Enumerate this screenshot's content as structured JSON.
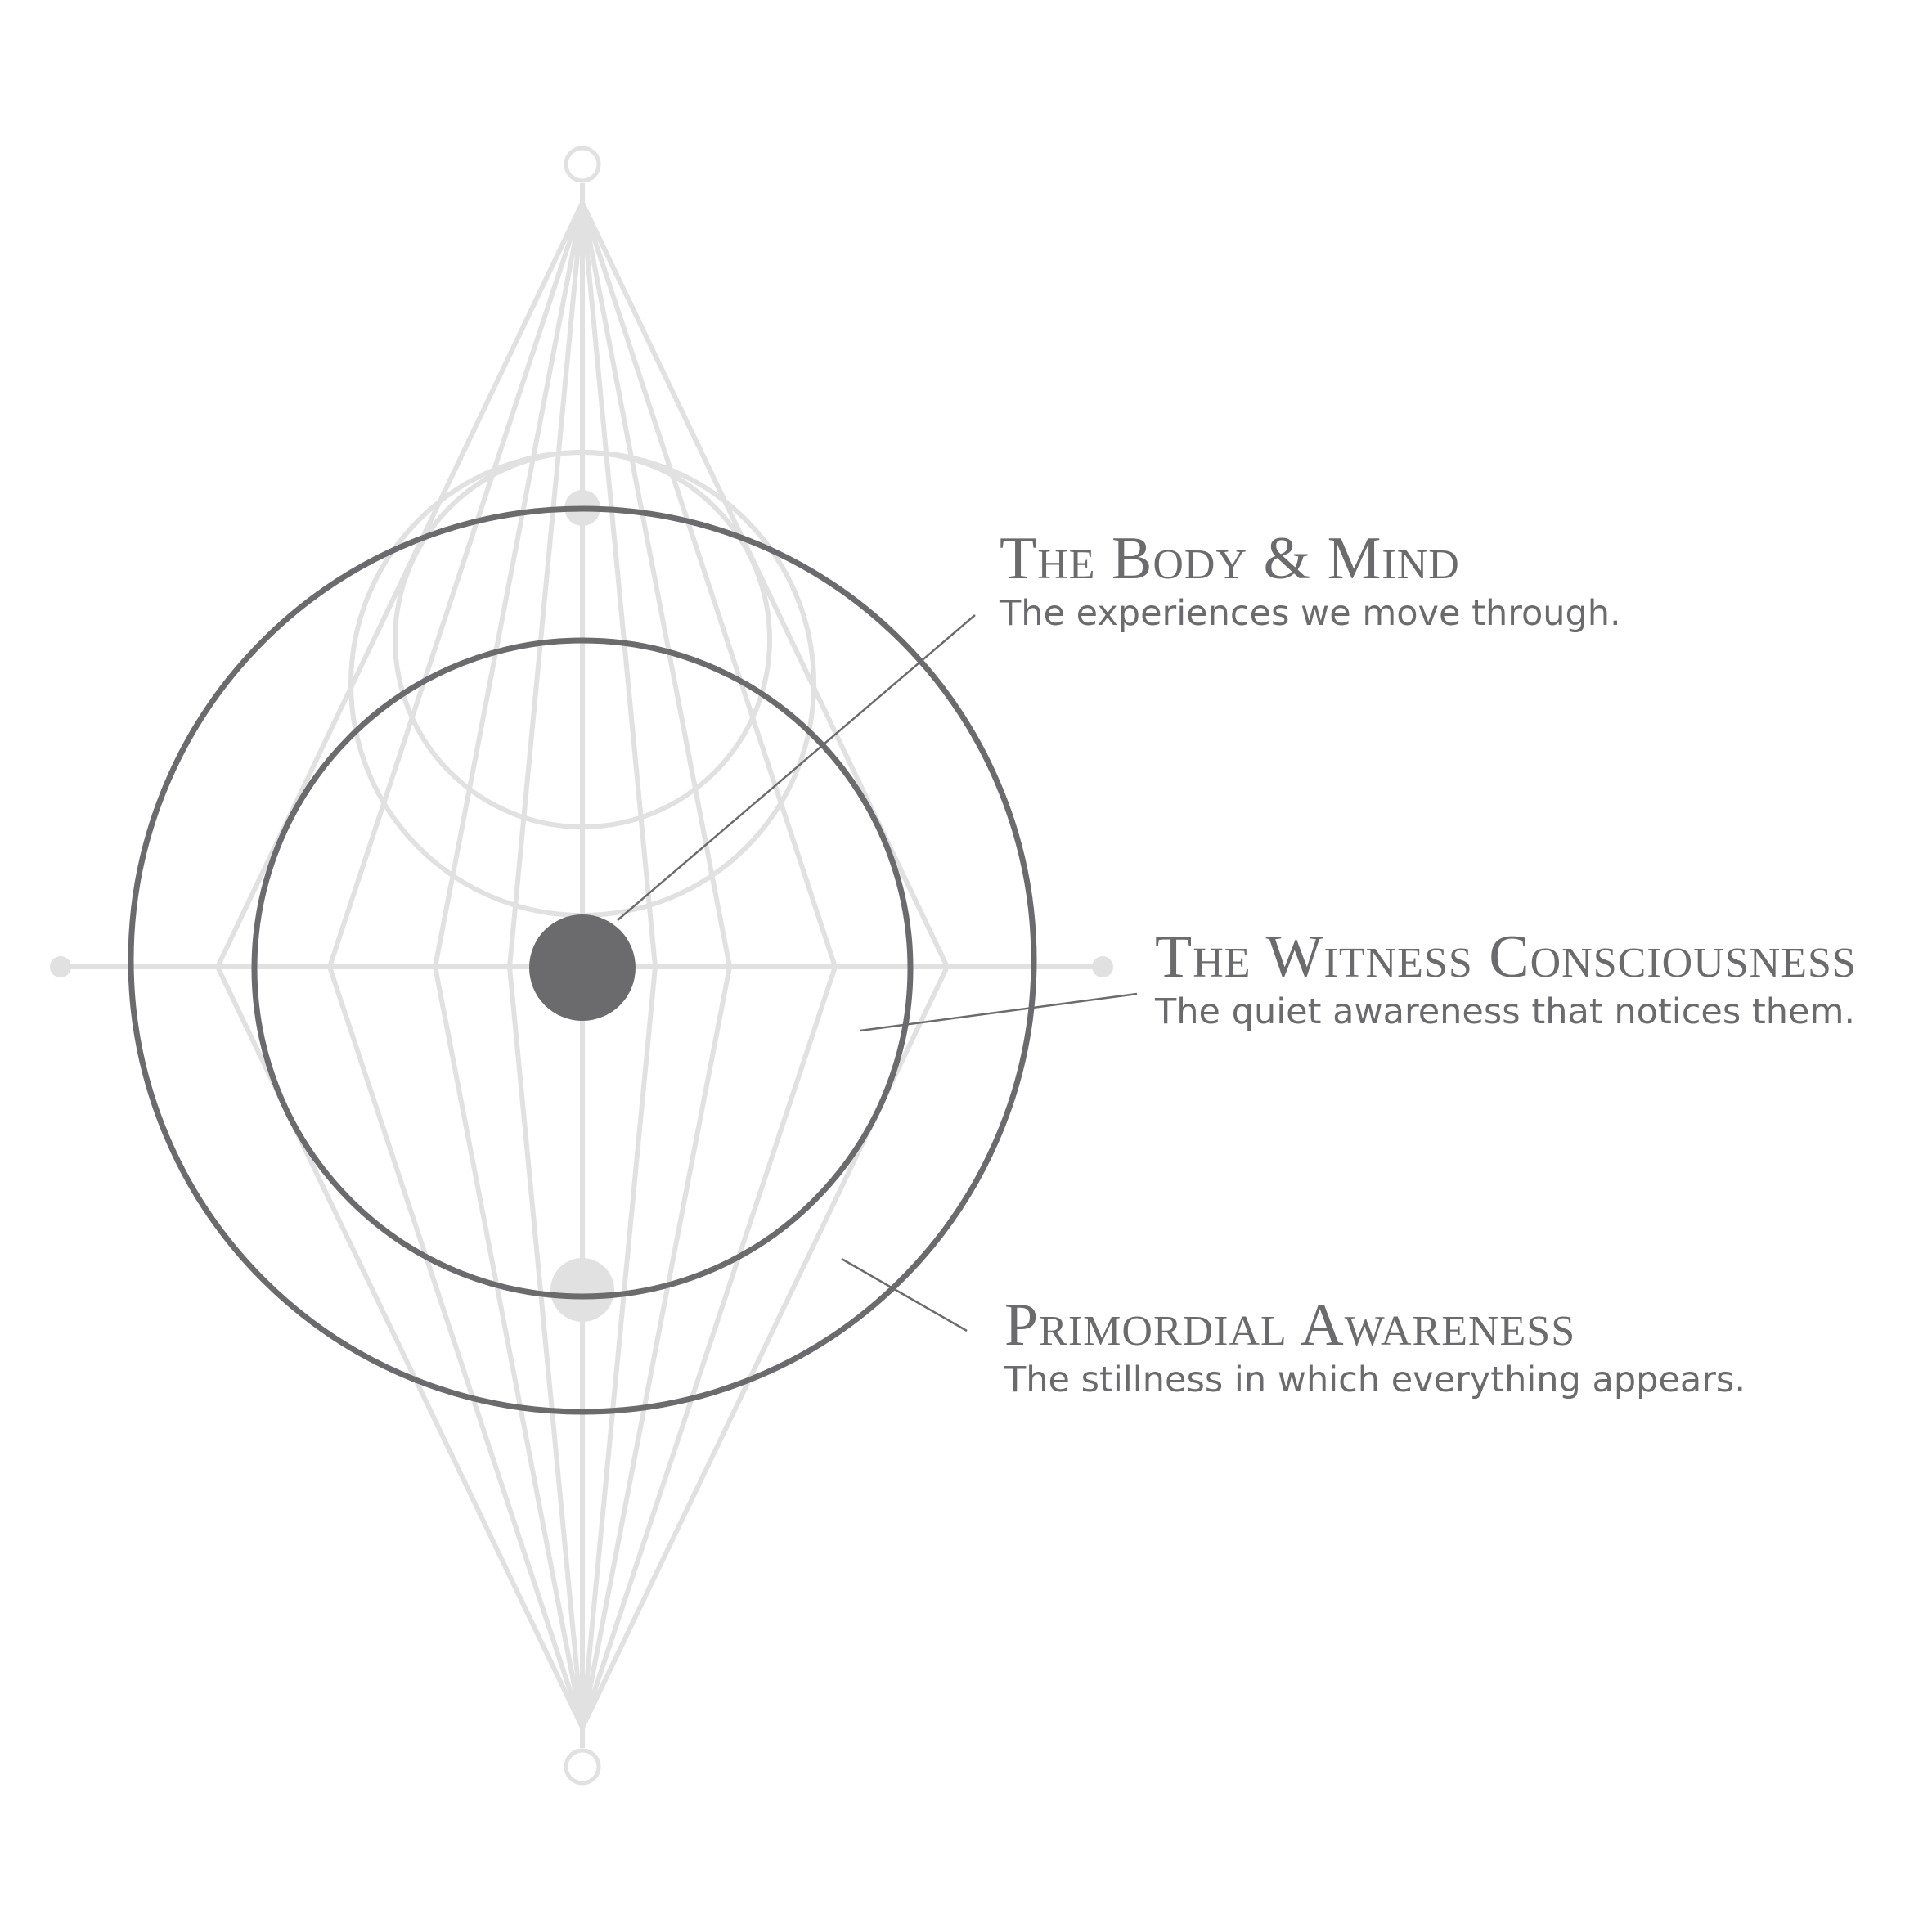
{
  "colors": {
    "background": "#ffffff",
    "guide_lines": "#e1e1e1",
    "rings": "#6b6b6d",
    "center_dot": "#6b6b6d",
    "text": "#6b6b6d"
  },
  "labels": {
    "body_mind": {
      "title": "The Body & Mind",
      "subtitle": "The experiences we move through."
    },
    "witness": {
      "title": "The Witness Consciousness",
      "subtitle": "The quiet awareness that notices them."
    },
    "primordial": {
      "title": "Primordial Awareness",
      "subtitle": "The stillness in which everything appears."
    }
  }
}
